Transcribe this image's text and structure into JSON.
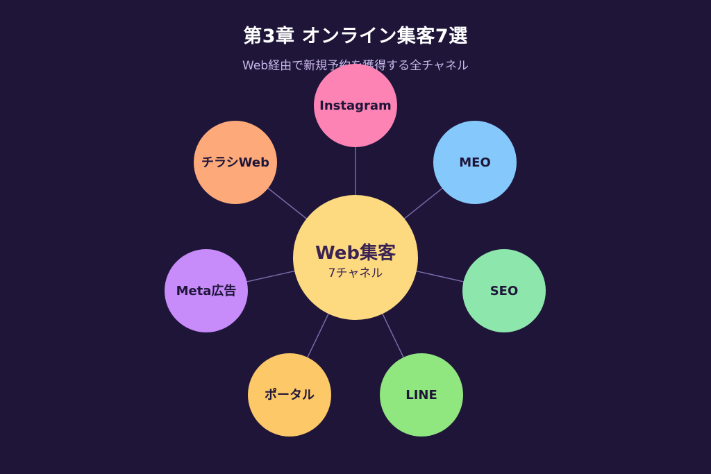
{
  "header": {
    "title": "第3章 オンライン集客7選",
    "subtitle": "Web経由で新規予約を獲得する全チャネル"
  },
  "hub": {
    "title": "Web集客",
    "subtitle": "7チャネル",
    "color": "#fdd980"
  },
  "connector_color": "#7a6aa8",
  "channels": [
    {
      "label": "Instagram",
      "color": "#fc83b4"
    },
    {
      "label": "MEO",
      "color": "#85c8fc"
    },
    {
      "label": "SEO",
      "color": "#8de6ac"
    },
    {
      "label": "LINE",
      "color": "#90e67f"
    },
    {
      "label": "ポータル",
      "color": "#fdc867"
    },
    {
      "label": "Meta広告",
      "color": "#c78bfa"
    },
    {
      "label": "チラシWeb",
      "color": "#fda979"
    }
  ]
}
